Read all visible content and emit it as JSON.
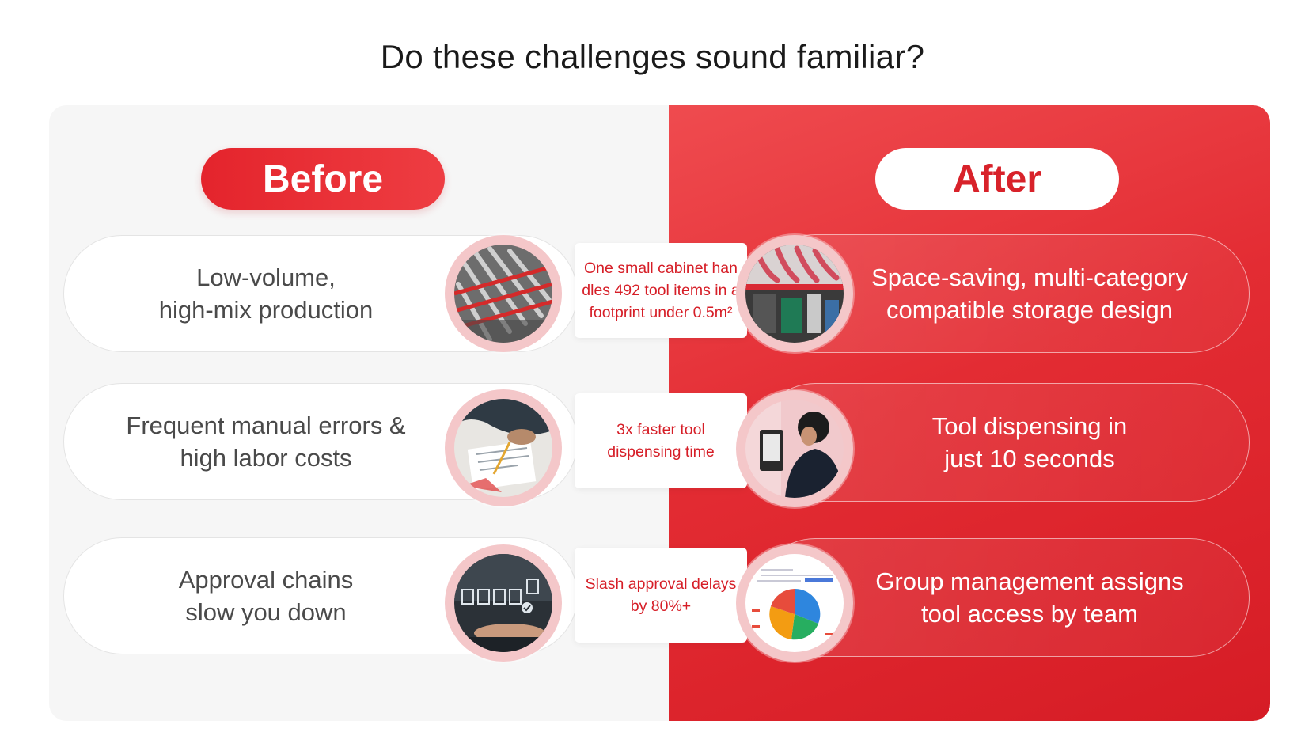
{
  "headline": "Do these challenges sound familiar?",
  "before_label": "Before",
  "after_label": "After",
  "rows": [
    {
      "before_line1": "Low-volume,",
      "before_line2": "high-mix production",
      "middle_line1": "One small cabinet han",
      "middle_line2": "dles 492 tool items in a",
      "middle_line3": "footprint under 0.5m²",
      "after_line1": "Space-saving, multi-category",
      "after_line2": "compatible storage design",
      "before_image_icon": "tools-bin-photo-icon",
      "after_image_icon": "storage-cabinet-photo-icon"
    },
    {
      "before_line1": "Frequent manual errors &",
      "before_line2": "high labor costs",
      "middle_line1": "3x faster tool",
      "middle_line2": "dispensing time",
      "after_line1": "Tool dispensing in",
      "after_line2": "just 10 seconds",
      "before_image_icon": "paperwork-photo-icon",
      "after_image_icon": "kiosk-user-photo-icon"
    },
    {
      "before_line1": "Approval chains",
      "before_line2": "slow you down",
      "middle_line1": "Slash approval delays",
      "middle_line2": "by 80%+",
      "after_line1": "Group management assigns",
      "after_line2": "tool access by team",
      "before_image_icon": "checklist-laptop-photo-icon",
      "after_image_icon": "pie-chart-report-photo-icon"
    }
  ],
  "colors": {
    "brand_red": "#e32c33",
    "panel_grey": "#f6f6f6",
    "text_grey": "#4a4a4a",
    "white": "#ffffff"
  }
}
